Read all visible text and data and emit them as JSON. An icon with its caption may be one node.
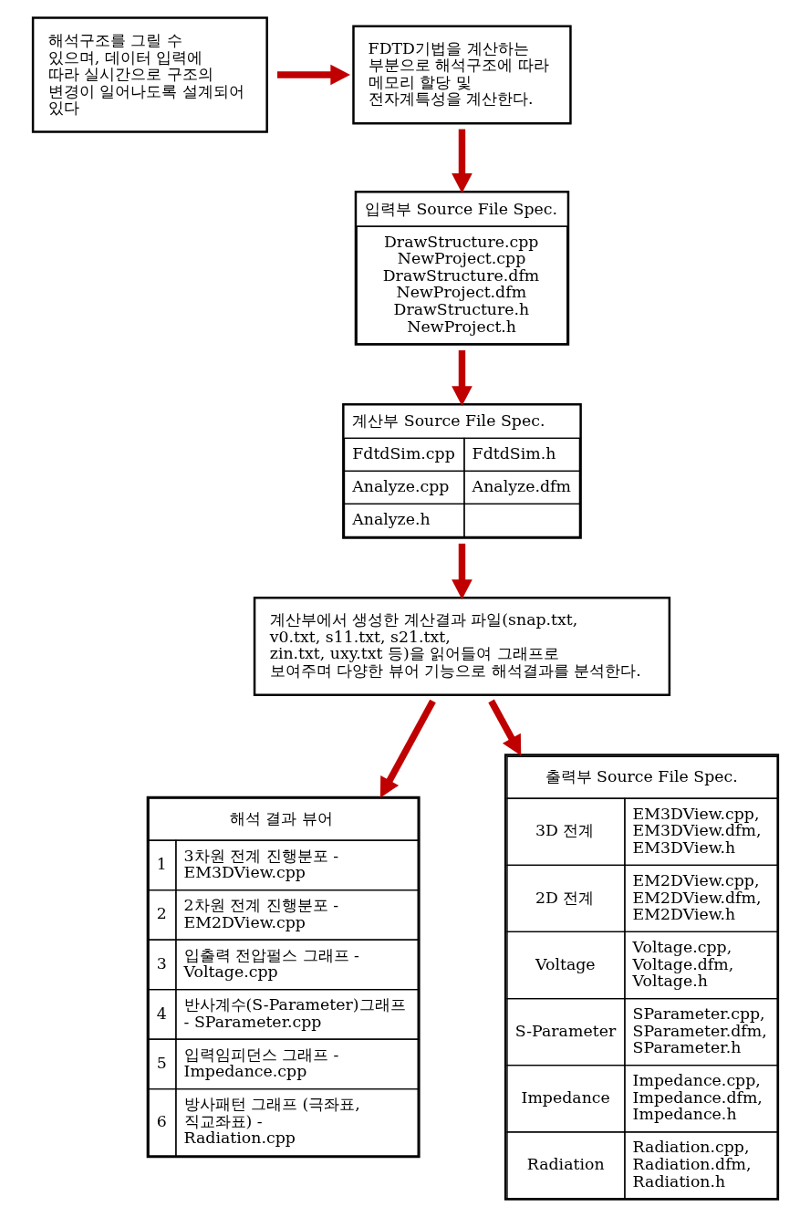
{
  "diagram": {
    "nodes": [
      {
        "text": [
          "해석구조를 그릴 수 있으며, 데이터 입력에 따라 실시간으로 구조의 변경이 일어나도록 설계되어 있다"
        ]
      },
      {
        "text": [
          "FDTD기법을 계산하는 부분으로 해석구조에 따라 메모리 할당 및 전자계특성을 계산한다."
        ]
      },
      {
        "text": [
          "입력부 Source File Spec.",
          "DrawStructure.cpp",
          "NewProject.cpp",
          "DrawStructure.dfm",
          "NewProject.dfm",
          "DrawStructure.h",
          "NewProject.h"
        ]
      },
      {
        "text": [
          "계산부 Source File Spec.",
          "FdtdSim.cpp",
          "FdtdSim.h",
          "Analyze.cpp",
          "Analyze.dfm",
          "Analyze.h"
        ]
      },
      {
        "text": [
          "계산부에서 생성한 계산결과 파일(snap.txt, v0.txt, s11.txt, s21.txt, zin.txt, uxy.txt 등)을 읽어들여 그래프로 보여주며 다양한 뷰어 기능으로 해석결과를 분석한다."
        ]
      },
      {
        "text": [
          "해석 결과 뷰어",
          "1",
          "3차원 전계 진행분포 - EM3DView.cpp",
          "2",
          "2차원 전계 진행분포 - EM2DView.cpp",
          "3",
          "입출력 전압펄스 그래프 - Voltage.cpp",
          "4",
          "반사계수(S-Parameter)그래프 - SParameter.cpp",
          "5",
          "입력임피던스 그래프 - Impedance.cpp",
          "6",
          "방사패턴 그래프 (극좌표, 직교좌표) - Radiation.cpp"
        ]
      },
      {
        "text": [
          "출력부 Source File Spec.",
          "3D 전계",
          "EM3DView.cpp, EM3DView.dfm, EM3DView.h",
          "2D 전계",
          "EM2DView.cpp, EM2DView.dfm, EM2DView.h",
          "Voltage",
          "Voltage.cpp, Voltage.dfm, Voltage.h",
          "S-Parameter",
          "SParameter.cpp, SParameter.dfm, SParameter.h",
          "Impedance",
          "Impedance.cpp, Impedance.dfm, Impedance.h",
          "Radiation",
          "Radiation.cpp, Radiation.dfm, Radiation.h"
        ]
      }
    ],
    "edges": [
      {
        "from": 0,
        "to": 1,
        "arrow": "to"
      },
      {
        "from": 1,
        "to": 2,
        "arrow": "to"
      },
      {
        "from": 2,
        "to": 3,
        "arrow": "to"
      },
      {
        "from": 3,
        "to": 4,
        "arrow": "to"
      },
      {
        "from": 4,
        "to": 5,
        "arrow": "to"
      },
      {
        "from": 4,
        "to": 6,
        "arrow": "to"
      }
    ]
  }
}
